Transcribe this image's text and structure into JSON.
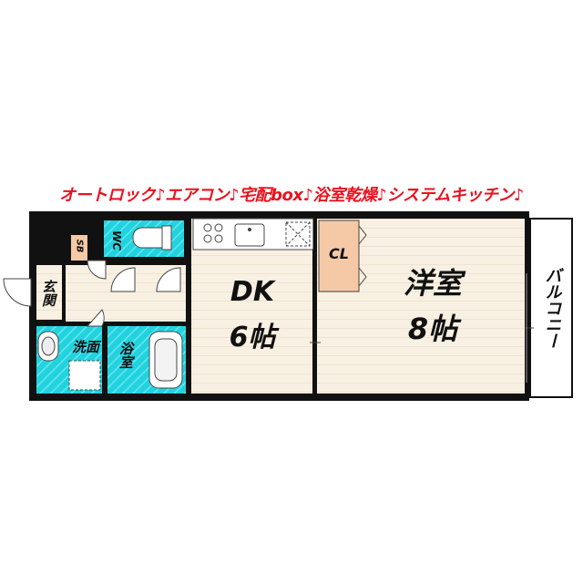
{
  "banner": "オートロック♪エアコン♪宅配box♪浴室乾燥♪システムキッチン♪",
  "colors": {
    "wet_area": "#22d3df",
    "wet_stripe": "#66e6ee",
    "closet": "#f6c9a6",
    "floor": "#f8f0e2",
    "floor_stripe": "#eee3d0",
    "wall": "#111111",
    "banner_text": "#e8121e"
  },
  "rooms": {
    "dk": {
      "name": "DK",
      "size": "6帖"
    },
    "western": {
      "name": "洋室",
      "size": "8帖"
    },
    "closet": "CL",
    "balcony": "バルコニー",
    "entrance": "玄関",
    "washroom": "洗面",
    "bathroom": "浴室",
    "toilet": "WC",
    "shoe_box": "SB"
  },
  "icons": [
    "sink-icon",
    "stove-icon",
    "ventilation-icon",
    "toilet-icon",
    "bathtub-icon",
    "washbasin-icon",
    "washing-machine-icon",
    "door-swing-icon"
  ]
}
